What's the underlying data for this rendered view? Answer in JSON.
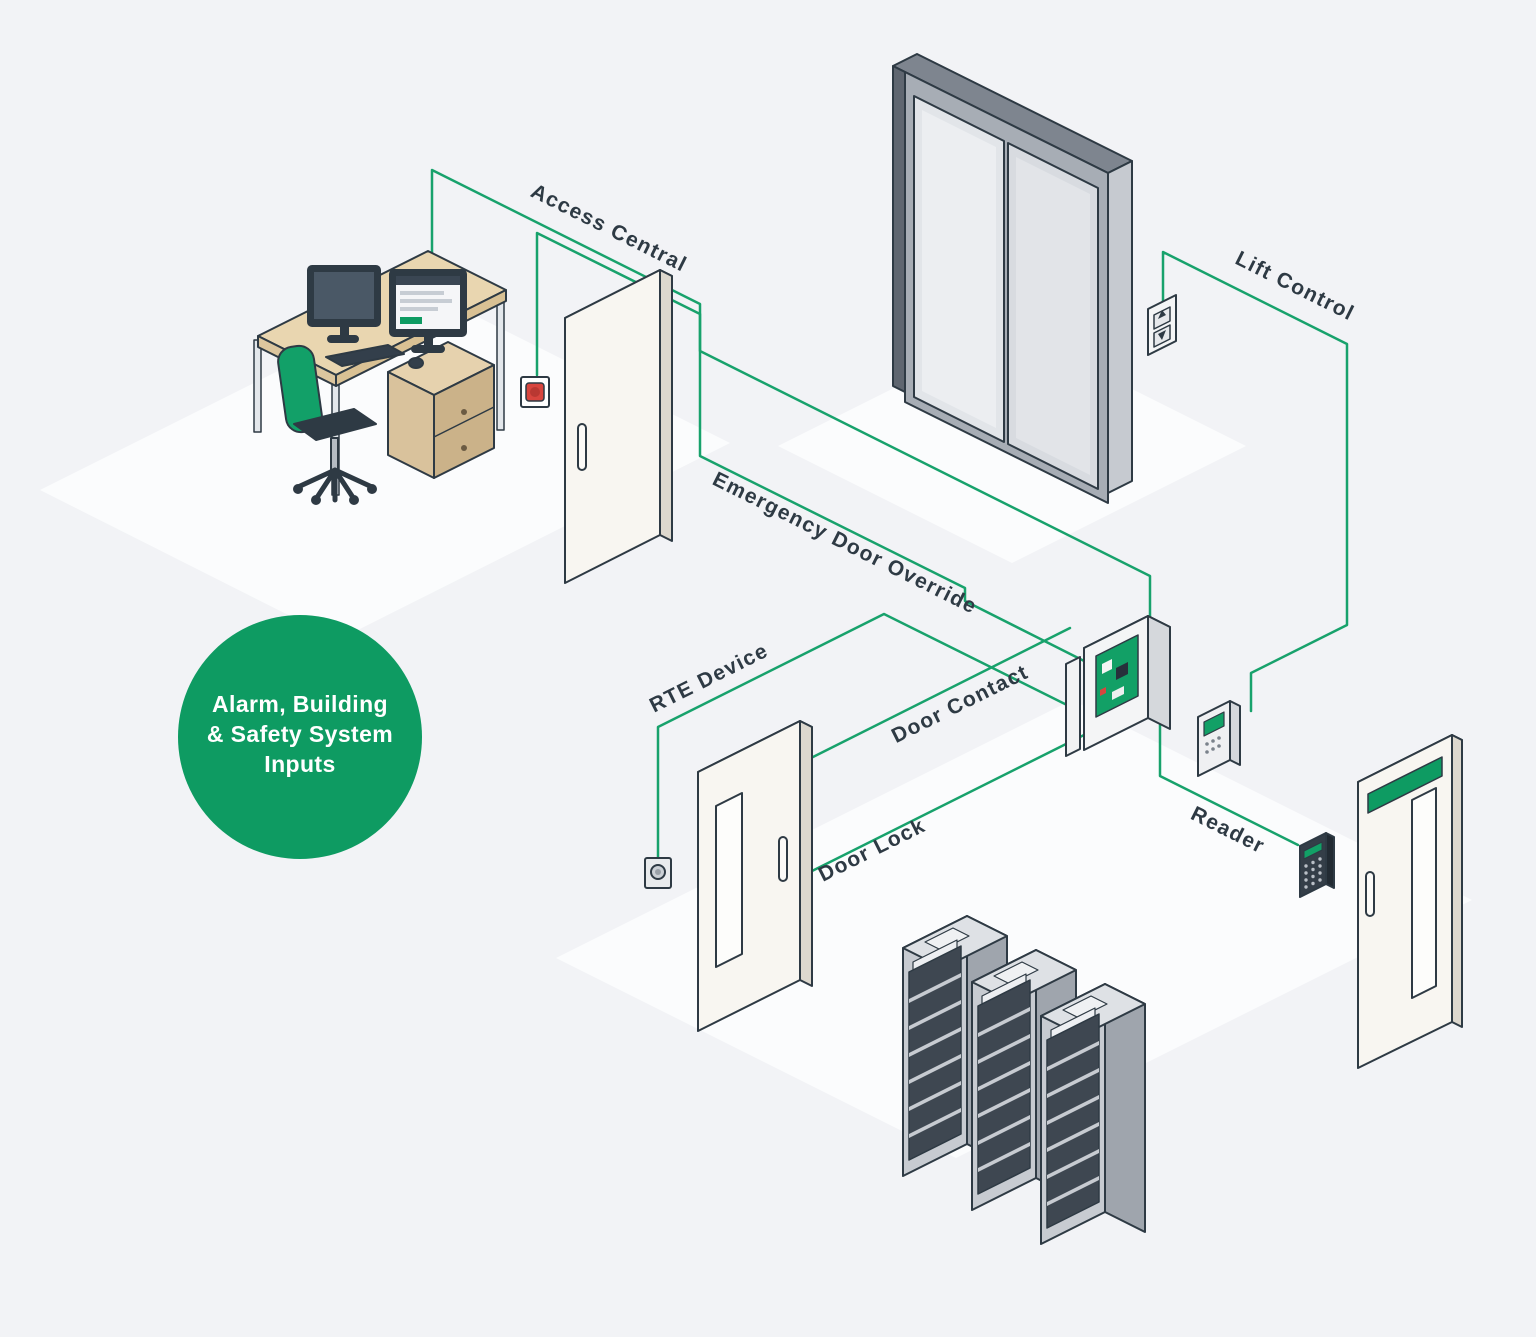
{
  "scene": {
    "background_color": "#F2F3F6",
    "accent_green": "#0E9B62",
    "line_green": "#18A26C",
    "outline_color": "#2E3A44",
    "alert_red": "#D8453E"
  },
  "badge": {
    "line1": "Alarm, Building",
    "line2": "& Safety System",
    "line3": "Inputs"
  },
  "labels": {
    "access_central": "Access Central",
    "emergency_door_override": "Emergency Door Override",
    "lift_control": "Lift Control",
    "rte_device": "RTE Device",
    "door_contact": "Door Contact",
    "door_lock": "Door Lock",
    "reader": "Reader"
  }
}
